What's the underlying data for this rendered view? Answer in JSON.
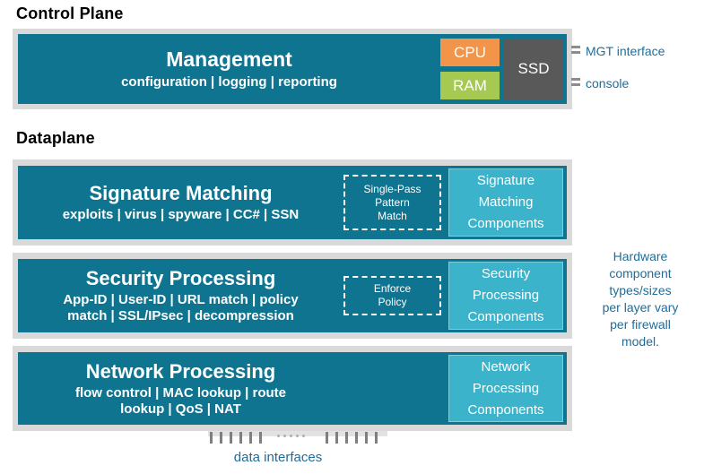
{
  "headings": {
    "control_plane": "Control Plane",
    "dataplane": "Dataplane"
  },
  "management": {
    "title": "Management",
    "subtitle": "configuration | logging | reporting",
    "cpu_label": "CPU",
    "ram_label": "RAM",
    "ssd_label": "SSD",
    "mgt_label": "MGT interface",
    "console_label": "console"
  },
  "layers": [
    {
      "title": "Signature Matching",
      "subtitle": "exploits | virus | spyware | CC# | SSN",
      "dashed_label": "Single-Pass\nPattern\nMatch",
      "component_label": "Signature\nMatching\nComponents"
    },
    {
      "title": "Security Processing",
      "subtitle": "App-ID | User-ID | URL match | policy\nmatch | SSL/IPsec | decompression",
      "dashed_label": "Enforce\nPolicy",
      "component_label": "Security\nProcessing\nComponents"
    },
    {
      "title": "Network Processing",
      "subtitle": "flow control | MAC lookup | route\nlookup | QoS | NAT",
      "component_label": "Network\nProcessing\nComponents"
    }
  ],
  "side_note": "Hardware\ncomponent\ntypes/sizes\nper layer vary\nper firewall\nmodel.",
  "data_interfaces_label": "data interfaces",
  "colors": {
    "teal": "#0e7490",
    "light_teal": "#3bb3cb",
    "cpu_orange": "#f2944a",
    "ram_green": "#a6c952",
    "ssd_gray": "#595959",
    "frame_gray": "#d9d9d9",
    "label_blue": "#1f6d99"
  }
}
